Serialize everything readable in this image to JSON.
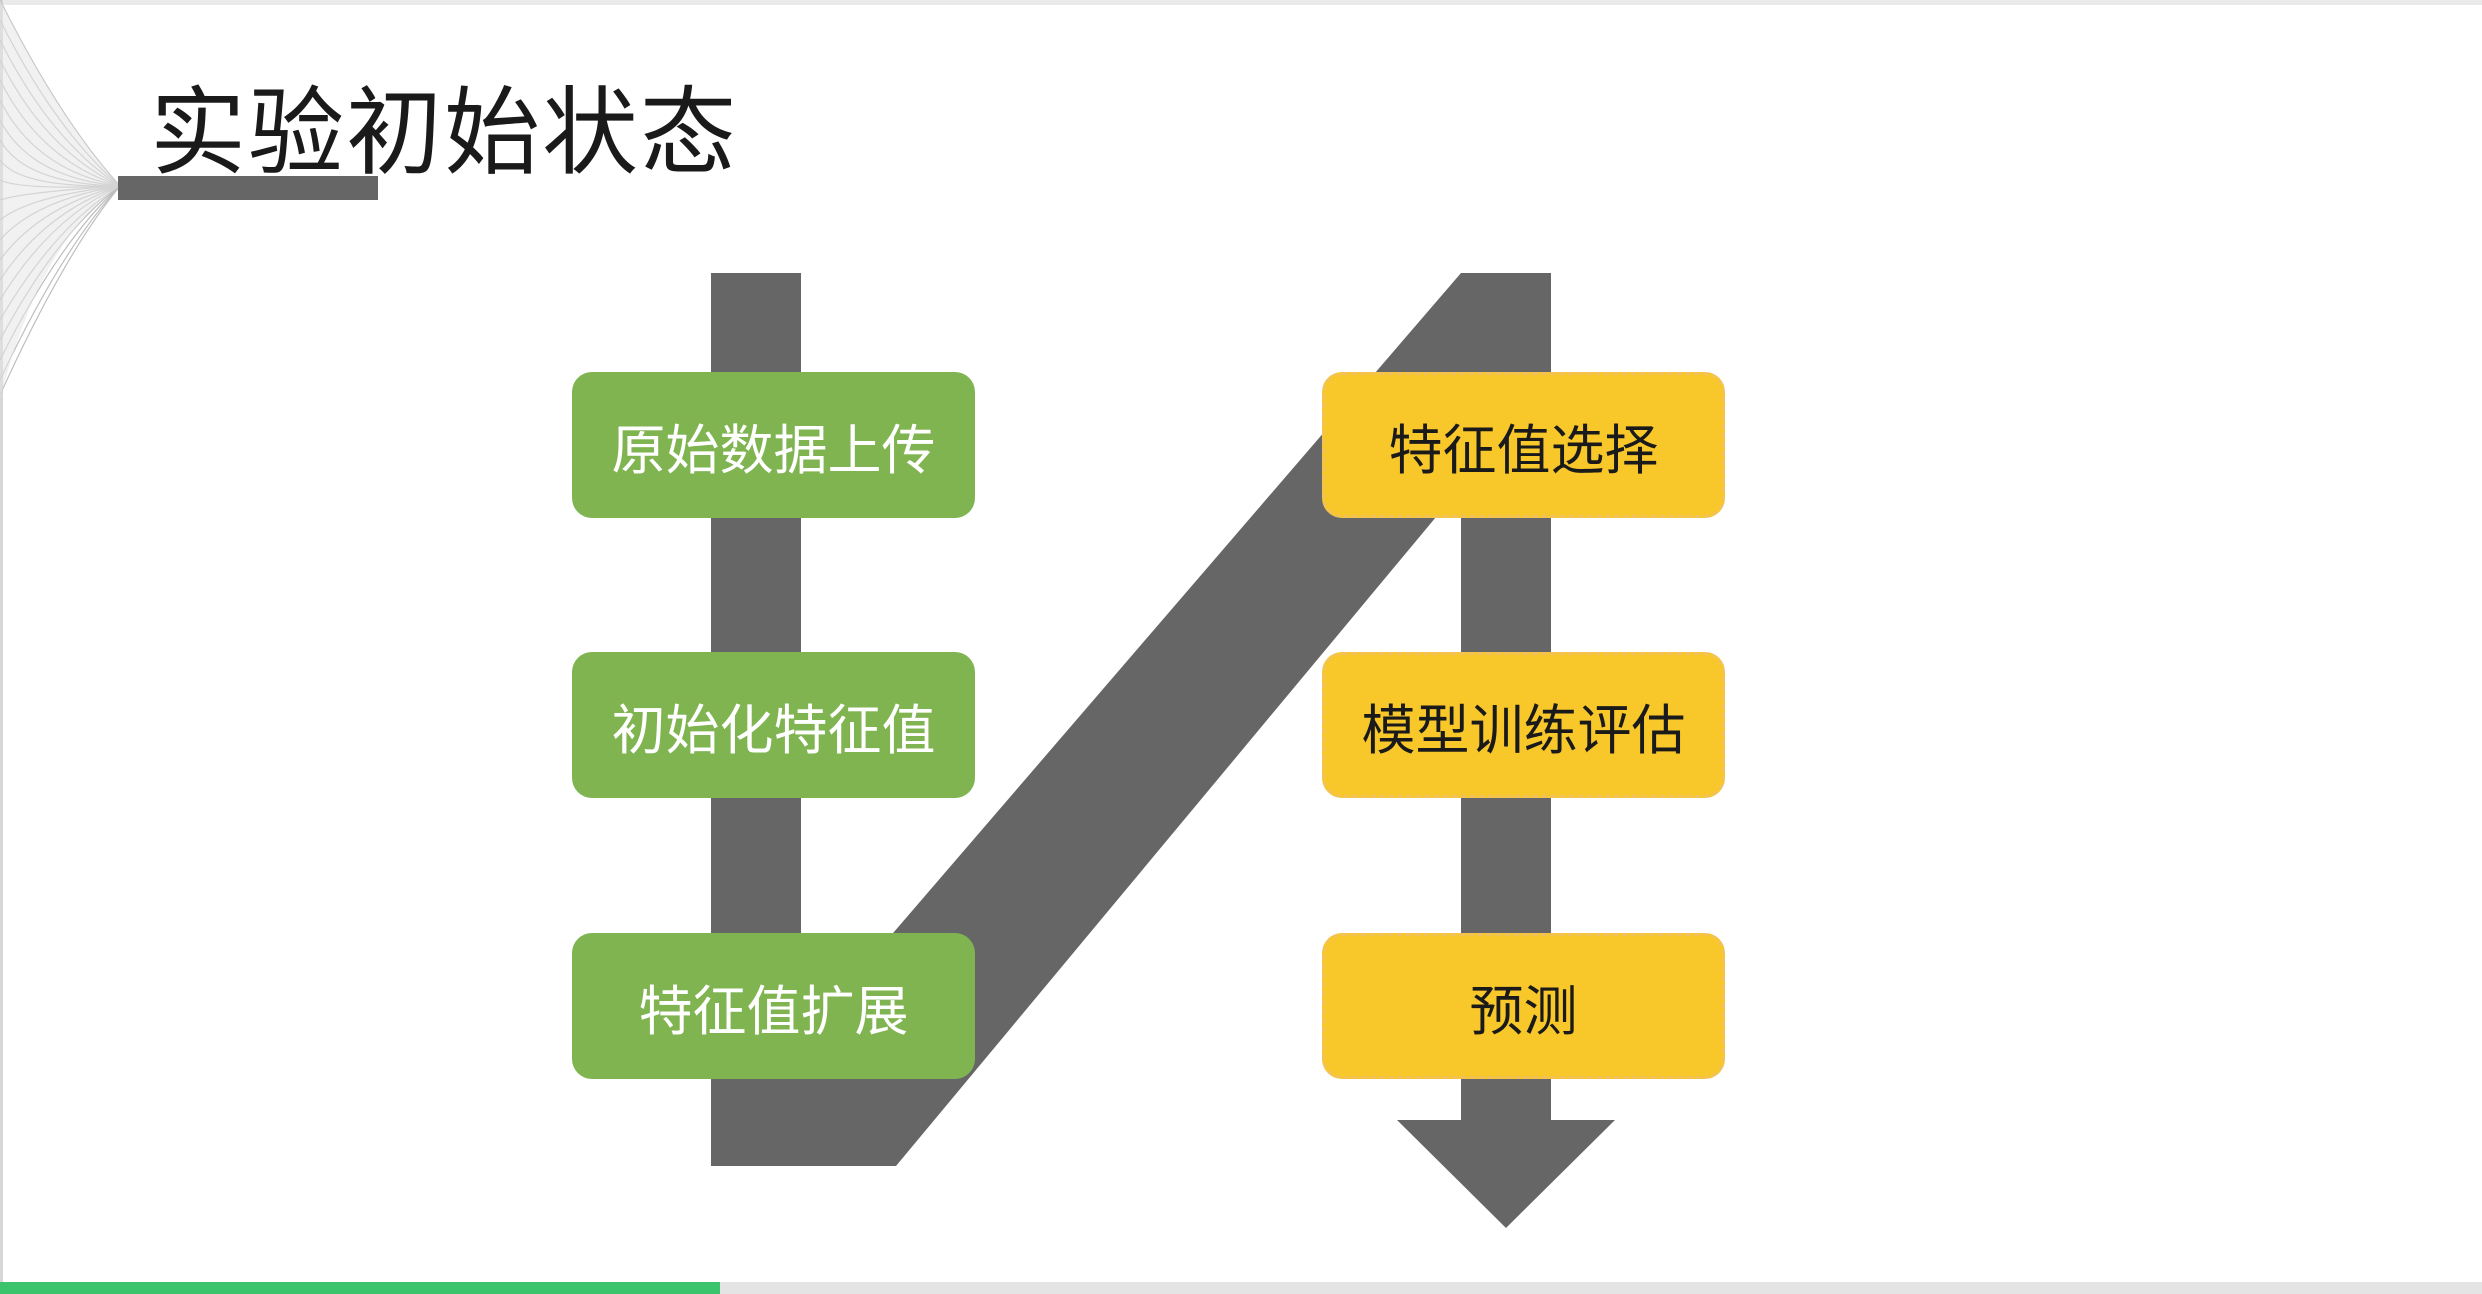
{
  "slide": {
    "title": "实验初始状态"
  },
  "steps": {
    "left": [
      {
        "label": "原始数据上传"
      },
      {
        "label": "初始化特征值"
      },
      {
        "label": "特征值扩展"
      }
    ],
    "right": [
      {
        "label": "特征值选择"
      },
      {
        "label": "模型训练评估"
      },
      {
        "label": "预测"
      }
    ]
  },
  "colors": {
    "green": "#7fb451",
    "yellow": "#f8c72a",
    "arrow": "#666666",
    "title_underline": "#666666"
  }
}
